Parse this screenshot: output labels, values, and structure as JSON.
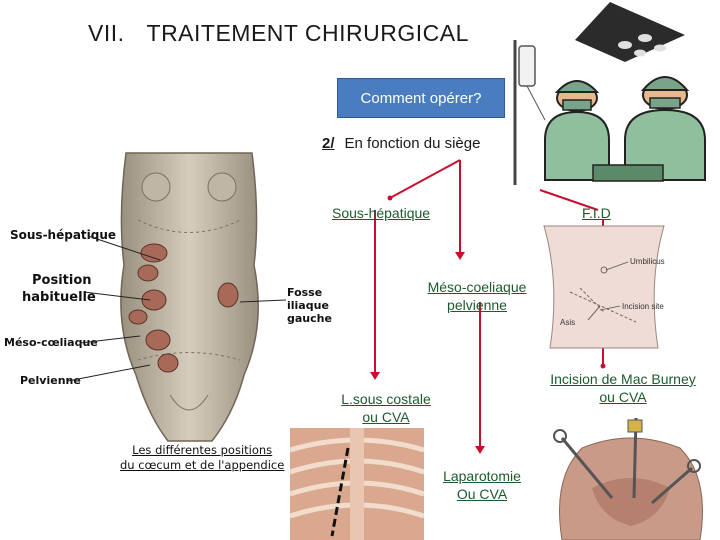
{
  "header": {
    "num": "VII.",
    "title": "TRAITEMENT CHIRURGICAL"
  },
  "question_box": "Comment  opérer?",
  "subtitle": {
    "mark": "2/",
    "text": "En fonction du siège"
  },
  "nodes": {
    "sous_hepatique": "Sous-hépatique",
    "fid": "F.I.D",
    "meso_line1": "Méso-coeliaque",
    "meso_line2": "pelvienne",
    "lsous_line1": "L.sous costale",
    "lsous_line2": "ou CVA",
    "lapa_line1": "Laparotomie",
    "lapa_line2": "Ou CVA",
    "mac_line1": "Incision de Mac Burney",
    "mac_line2": "ou CVA"
  },
  "figure_labels": {
    "sous_hepatique": "Sous-hépatique",
    "position_line1": "Position",
    "position_line2": "habituelle",
    "fosse_line1": "Fosse",
    "fosse_line2": "iliaque",
    "fosse_line3": "gauche",
    "meso": "Méso-cœliaque",
    "pelvienne": "Pelvienne",
    "caption_line1": "Les différentes positions",
    "caption_line2": "du cœcum et de l'appendice"
  },
  "incision_labels": {
    "umbilicus": "Umbilicus",
    "incision_site": "Incision site",
    "asis": "Asis"
  },
  "colors": {
    "box": "#4a7dc0",
    "connector": "#c8102e",
    "node_text": "#1e5a2e"
  }
}
